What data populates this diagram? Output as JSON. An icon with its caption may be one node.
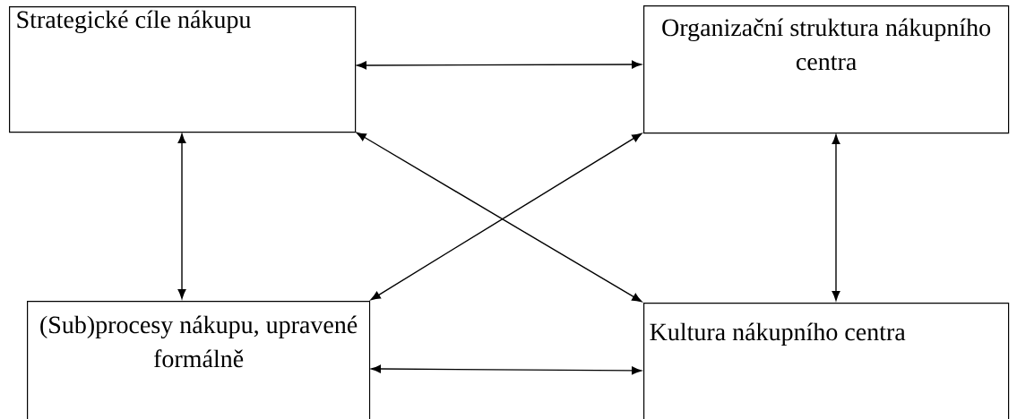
{
  "diagram": {
    "nodes": [
      {
        "text": [
          "Strategické cíle nákupu"
        ]
      },
      {
        "text": [
          "Organizační struktura nákupního centra"
        ]
      },
      {
        "text": [
          "(Sub)procesy nákupu, upravené formálně"
        ]
      },
      {
        "text": [
          "Kultura nákupního centra"
        ]
      }
    ],
    "edges": [
      {
        "from": 0,
        "to": 1,
        "arrow": "both"
      },
      {
        "from": 0,
        "to": 2,
        "arrow": "both"
      },
      {
        "from": 1,
        "to": 3,
        "arrow": "both"
      },
      {
        "from": 0,
        "to": 3,
        "arrow": "both"
      },
      {
        "from": 1,
        "to": 2,
        "arrow": "both"
      },
      {
        "from": 2,
        "to": 3,
        "arrow": "both"
      }
    ]
  }
}
